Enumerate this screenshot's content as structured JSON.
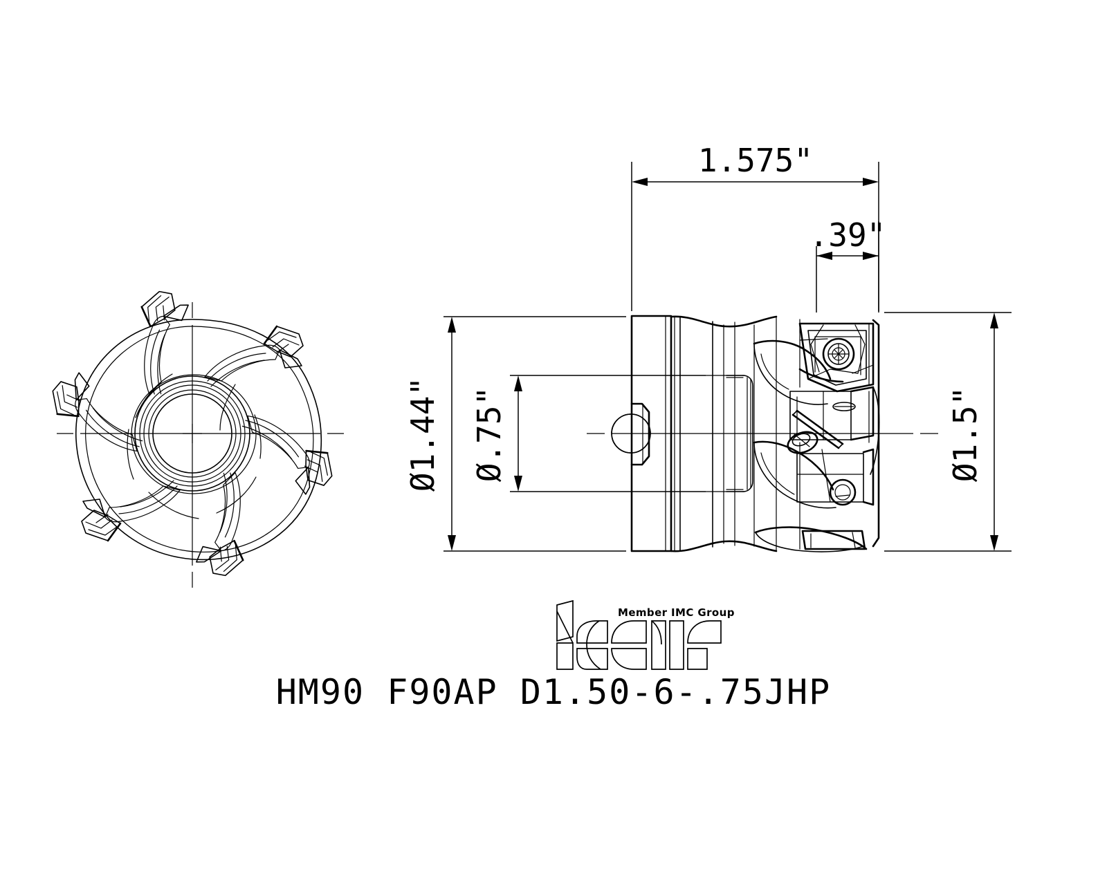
{
  "drawing": {
    "title_label": "HM90 F90AP D1.50-6-.75JHP",
    "background_color": "#ffffff",
    "line_color": "#000000",
    "views": [
      {
        "name": "front-view",
        "description": "End view of indexable face mill showing six insert pockets and central bore"
      },
      {
        "name": "side-view",
        "description": "Side elevation of face mill body with inserts and mounting bore"
      }
    ]
  },
  "dimensions": {
    "overall_length": {
      "label": "1.575\"",
      "value": 1.575,
      "unit": "inch",
      "name": "overall-length-dimension"
    },
    "insert_depth": {
      "label": ".39\"",
      "value": 0.39,
      "unit": "inch",
      "name": "insert-depth-dimension"
    },
    "body_diameter": {
      "label": "Ø1.44\"",
      "value": 1.44,
      "unit": "inch",
      "name": "body-diameter-dimension"
    },
    "bore_diameter": {
      "label": "Ø.75\"",
      "value": 0.75,
      "unit": "inch",
      "name": "bore-diameter-dimension"
    },
    "cutting_diameter": {
      "label": "Ø1.5\"",
      "value": 1.5,
      "unit": "inch",
      "name": "cutting-diameter-dimension"
    }
  },
  "logo": {
    "brand": "iscar",
    "tagline": "Member IMC Group"
  }
}
